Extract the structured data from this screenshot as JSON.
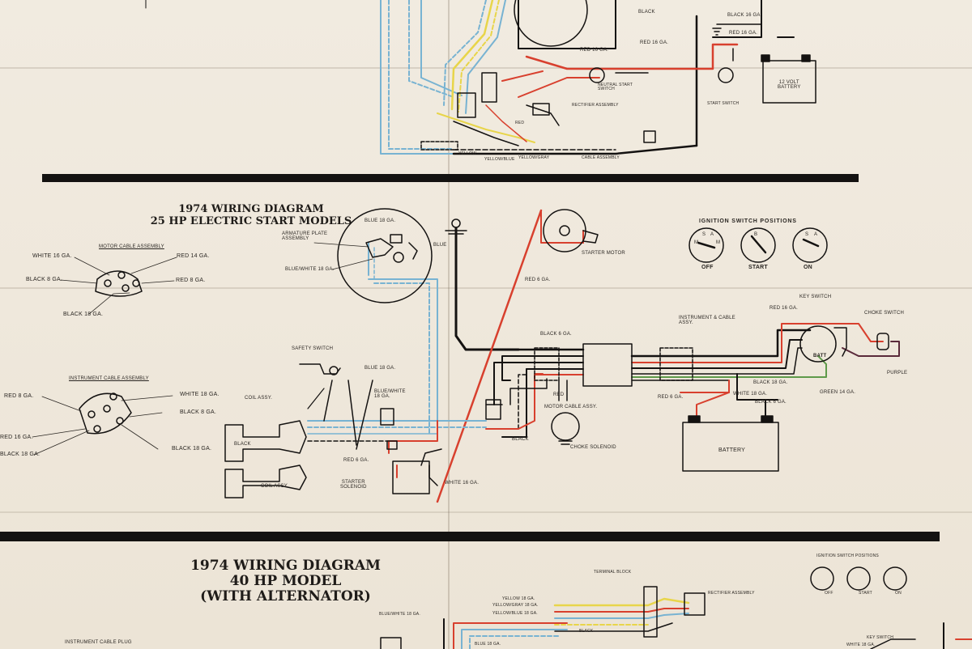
{
  "diagram_25hp": {
    "title_line1": "1974 WIRING DIAGRAM",
    "title_line2": "25 HP ELECTRIC START MODELS",
    "ignition_heading": "IGNITION SWITCH POSITIONS",
    "switch_positions": [
      "OFF",
      "START",
      "ON"
    ],
    "switch_letters": [
      "M",
      "S",
      "B",
      "A",
      "M"
    ],
    "motor_cable_assembly": "MOTOR CABLE ASSEMBLY",
    "instrument_cable_assembly": "INSTRUMENT CABLE ASSEMBLY",
    "labels": {
      "white_16": "WHITE 16 GA.",
      "red_14": "RED 14 GA.",
      "black_8": "BLACK 8 GA.",
      "red_8": "RED 8 GA.",
      "black_18": "BLACK 18 GA.",
      "blue_18": "BLUE 18 GA.",
      "armature": "ARMATURE PLATE\nASSEMBLY",
      "blue_white_18": "BLUE/WHITE 18 GA.",
      "blue": "BLUE",
      "starter_motor": "STARTER MOTOR",
      "red_6": "RED 6 GA.",
      "safety_switch": "SAFETY SWITCH",
      "blue_18_ga": "BLUE 18 GA.",
      "blue_white_18_ga": "BLUE/WHITE\n18 GA.",
      "coil_assy": "COIL ASSY.",
      "black": "BLACK",
      "red_6_ga": "RED 6 GA.",
      "starter_solenoid": "STARTER\nSOLENOID",
      "white_16_ga": "WHITE 16 GA.",
      "black_6": "BLACK 6 GA.",
      "instrument_cable_assy": "INSTRUMENT & CABLE\nASSY.",
      "red_16": "RED 16 GA.",
      "key_switch": "KEY SWITCH",
      "choke_switch": "CHOKE SWITCH",
      "red": "RED",
      "motor_cable_assy": "MOTOR CABLE ASSY.",
      "red_6_ga_b": "RED 6 GA.",
      "white_18": "WHITE 18 GA.",
      "black_6_ga": "BLACK 6 GA.",
      "black_18_ga": "BLACK 18 GA.",
      "green_14": "GREEN 14 GA.",
      "purple": "PURPLE",
      "choke_solenoid": "CHOKE SOLENOID",
      "battery": "BATTERY",
      "batt": "BATT",
      "instr_red_8": "RED 8 GA.",
      "instr_white_18": "WHITE 18 GA.",
      "instr_black_8": "BLACK 8 GA.",
      "instr_red_16": "RED 16 GA.",
      "instr_black_18": "BLACK 18 GA.",
      "instr_black_18b": "BLACK 18 GA."
    }
  },
  "diagram_top": {
    "labels": {
      "black": "BLACK",
      "black_16": "BLACK 16 GA.",
      "red_16a": "RED 16 GA.",
      "red_16b": "RED 16 GA.",
      "neutral_start": "NEUTRAL START\nSWITCH",
      "battery_12v": "12 VOLT\nBATTERY",
      "start_switch": "START SWITCH",
      "rectifier": "RECTIFIER ASSEMBLY",
      "red": "RED",
      "yellow": "YELLOW",
      "yellow_blue": "YELLOW/BLUE",
      "yellow_gray": "YELLOW/GRAY",
      "cable_assembly": "CABLE ASSEMBLY"
    }
  },
  "diagram_40hp": {
    "title_line1": "1974 WIRING DIAGRAM",
    "title_line2": "40 HP MODEL",
    "title_line3": "(WITH ALTERNATOR)",
    "ignition_heading": "IGNITION SWITCH POSITIONS",
    "switch_positions": [
      "OFF",
      "START",
      "ON"
    ],
    "labels": {
      "terminal_block": "TERMINAL BLOCK",
      "yellow_18": "YELLOW 18 GA.",
      "yellow_gray_18": "YELLOW/GRAY 18 GA.",
      "yellow_blue_18": "YELLOW/BLUE 18 GA.",
      "rectifier": "RECTIFIER ASSEMBLY",
      "blue_white_18": "BLUE/WHITE 18 GA.",
      "blue_18": "BLUE 18 GA.",
      "black": "BLACK",
      "instrument_cable_plug": "INSTRUMENT CABLE PLUG",
      "key_switch": "KEY SWITCH",
      "white_18": "WHITE 18 GA."
    }
  },
  "colors": {
    "paper": "#efe8dc",
    "black_wire": "#141211",
    "red_wire": "#d8402e",
    "blue_wire": "#78b3d2",
    "yellow_wire": "#e8d54a",
    "green_wire": "#5f9a4a",
    "purple_wire": "#5a2a3a"
  }
}
